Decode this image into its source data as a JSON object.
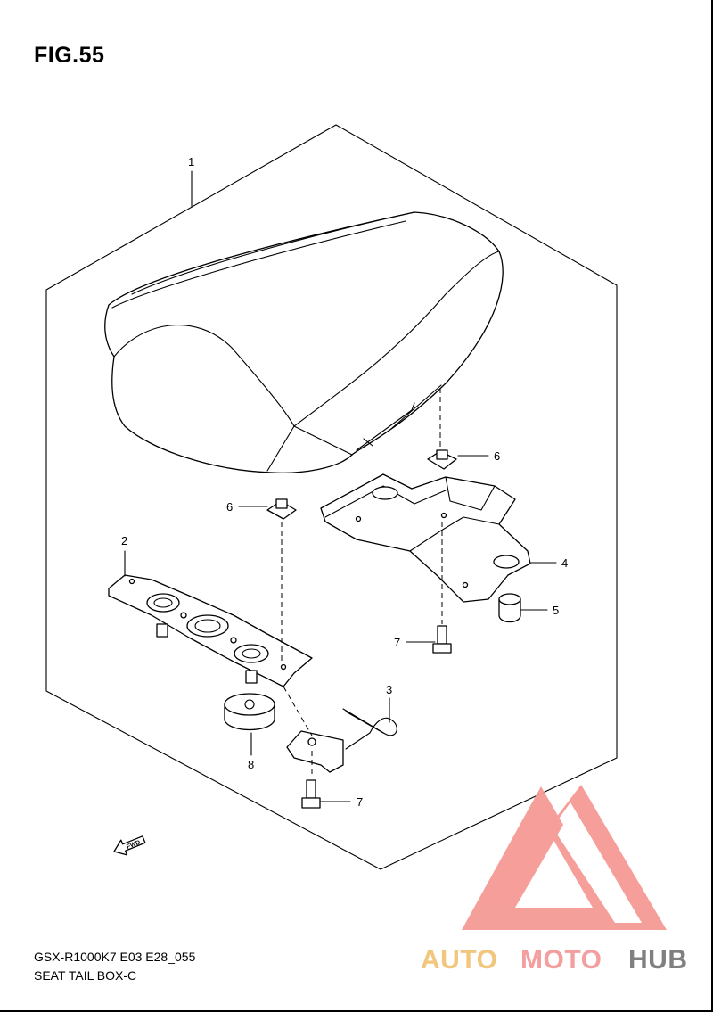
{
  "figure": {
    "title": "FIG.55"
  },
  "footer": {
    "model_code": "GSX-R1000K7 E03 E28_055",
    "section_title": "SEAT TAIL BOX-C"
  },
  "fwd_label": "FWD",
  "callouts": [
    {
      "id": "1",
      "text": "1"
    },
    {
      "id": "2",
      "text": "2"
    },
    {
      "id": "3",
      "text": "3"
    },
    {
      "id": "4",
      "text": "4"
    },
    {
      "id": "5",
      "text": "5"
    },
    {
      "id": "6a",
      "text": "6"
    },
    {
      "id": "6b",
      "text": "6"
    },
    {
      "id": "7a",
      "text": "7"
    },
    {
      "id": "7b",
      "text": "7"
    },
    {
      "id": "8",
      "text": "8"
    }
  ],
  "watermark": {
    "parts": [
      "AUTO",
      "MOTO",
      "HUB"
    ],
    "colors": {
      "auto": "#f3c478",
      "moto": "#f39a9a",
      "hub": "#7a7a7a",
      "logo": "#f59a95"
    }
  }
}
